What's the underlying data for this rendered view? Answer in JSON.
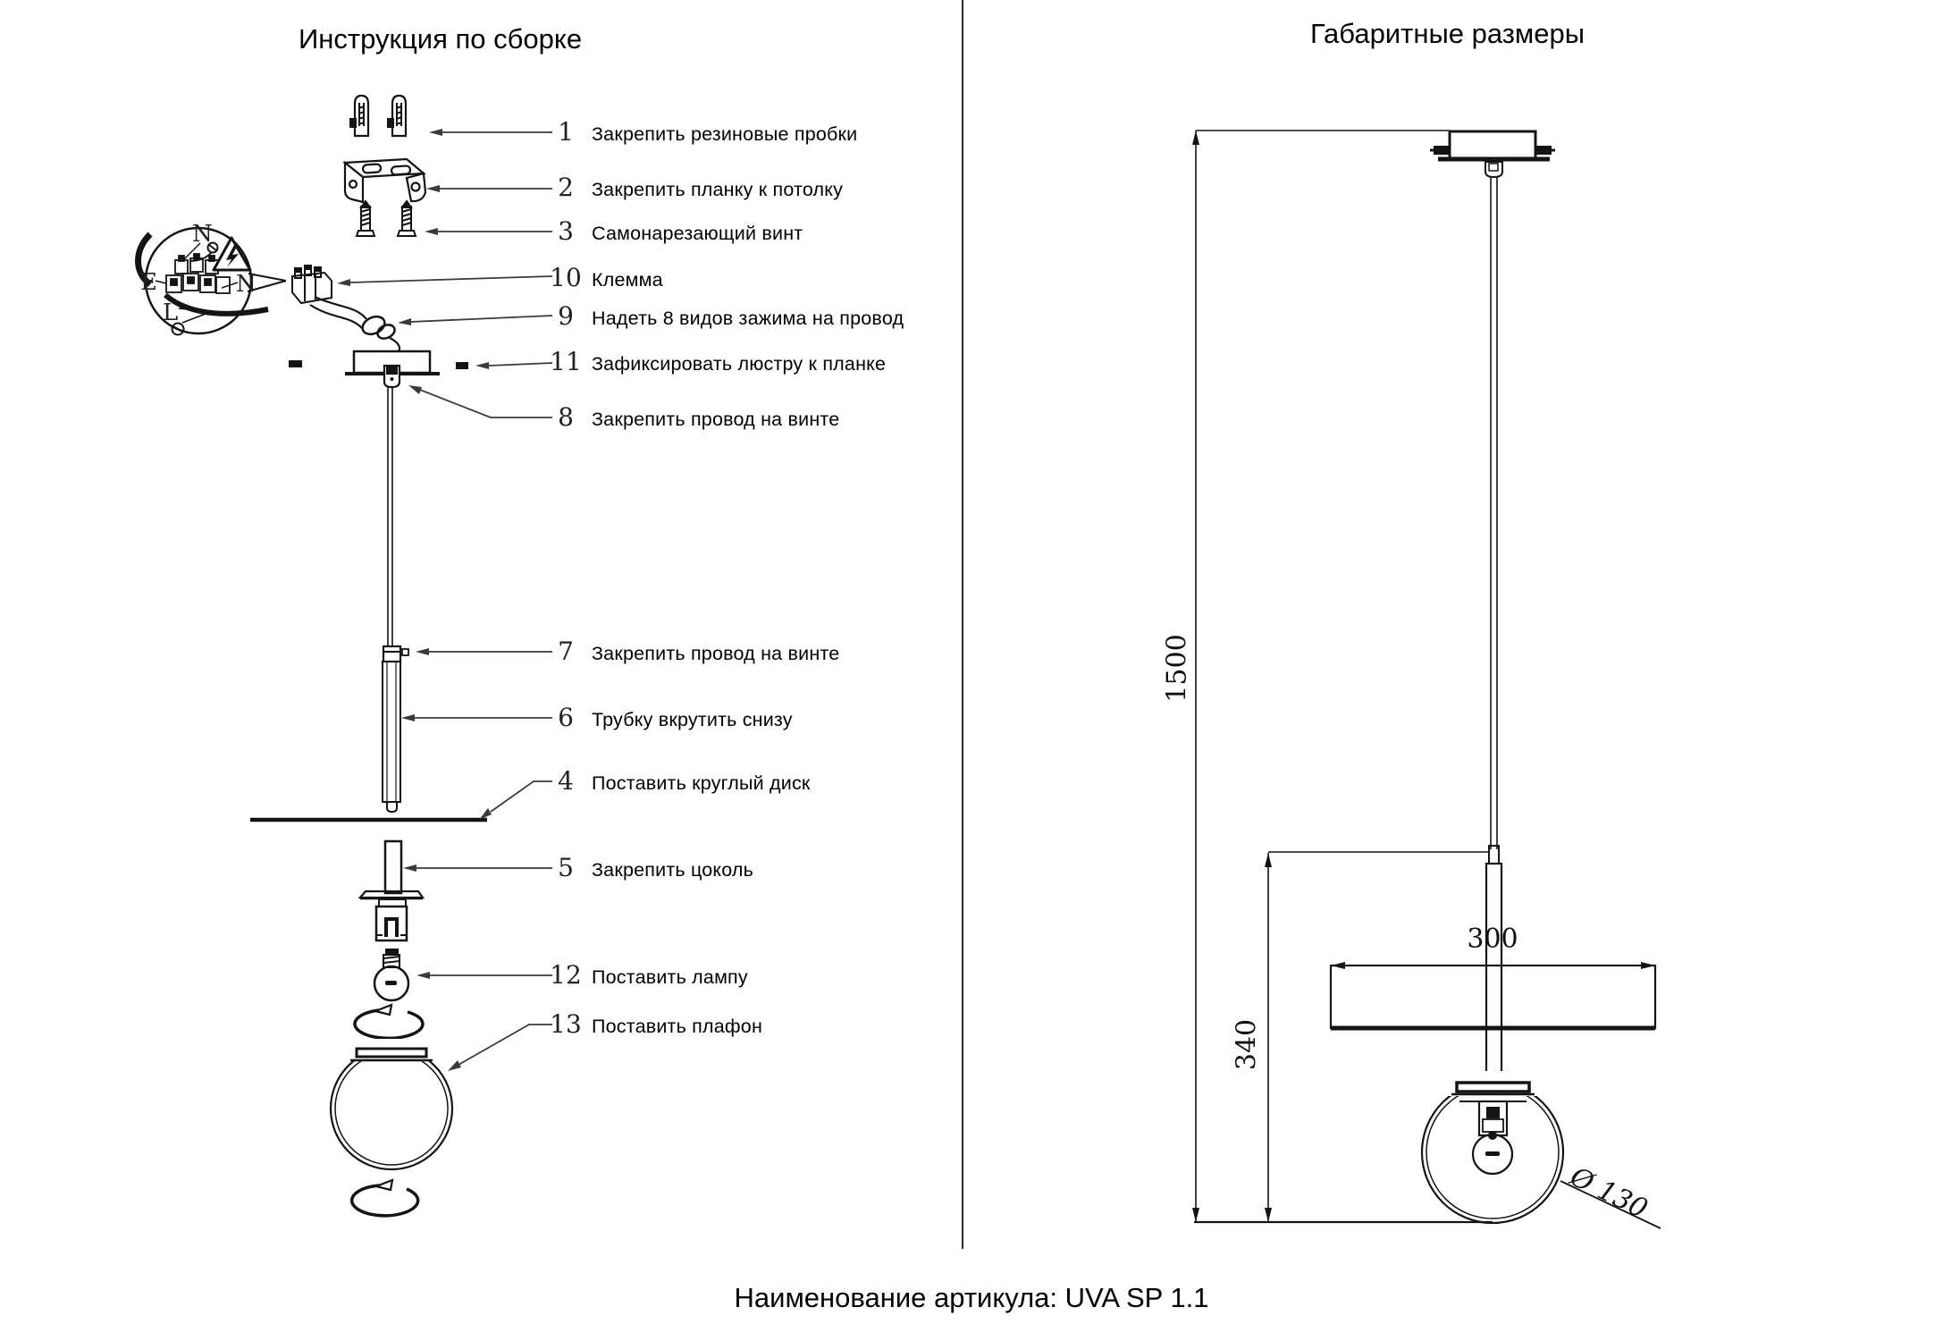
{
  "left": {
    "title": "Инструкция по сборке",
    "steps": [
      {
        "num": "1",
        "label": "Закрепить резиновые пробки"
      },
      {
        "num": "2",
        "label": "Закрепить планку к потолку"
      },
      {
        "num": "3",
        "label": "Самонарезающий винт"
      },
      {
        "num": "10",
        "label": "Клемма"
      },
      {
        "num": "9",
        "label": "Надеть 8 видов зажима на провод"
      },
      {
        "num": "11",
        "label": "Зафиксировать люстру к планке"
      },
      {
        "num": "8",
        "label": "Закрепить провод на винте"
      },
      {
        "num": "7",
        "label": "Закрепить провод на винте"
      },
      {
        "num": "6",
        "label": "Трубку вкрутить снизу"
      },
      {
        "num": "4",
        "label": "Поставить круглый диск"
      },
      {
        "num": "5",
        "label": "Закрепить цоколь"
      },
      {
        "num": "12",
        "label": "Поставить лампу"
      },
      {
        "num": "13",
        "label": "Поставить плафон"
      }
    ],
    "wiring": {
      "n_top": "N",
      "n_right": "N",
      "l_bottom": "L",
      "e_left": "E"
    }
  },
  "right": {
    "title": "Габаритные размеры",
    "dimensions": {
      "total_height": "1500",
      "lower_height": "340",
      "disk_width": "300",
      "globe_diameter": "Ø 130"
    }
  },
  "footer": {
    "caption": "Наименование артикула: UVA SP 1.1"
  },
  "colors": {
    "line": "#141414",
    "leader": "#3a3a3a",
    "background": "#ffffff"
  }
}
